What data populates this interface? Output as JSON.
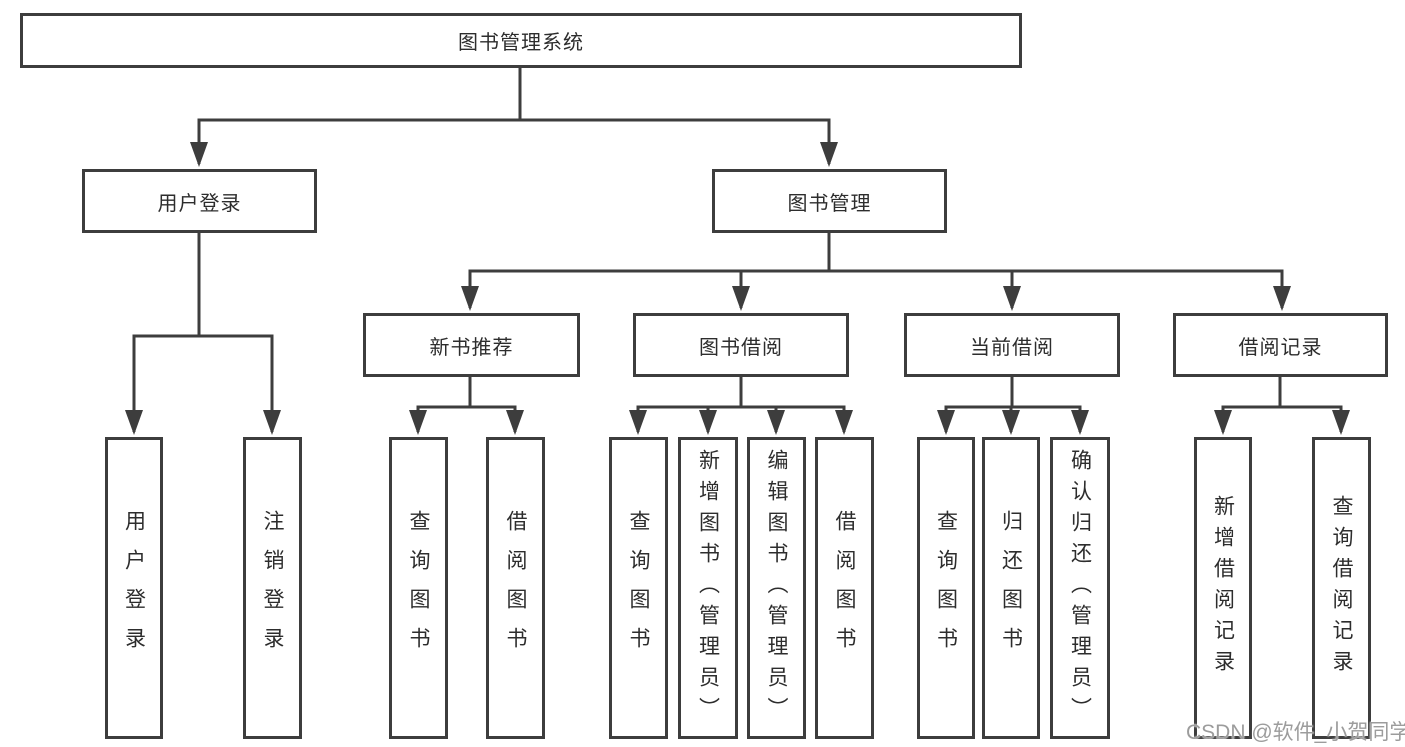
{
  "tree": {
    "root": "图书管理系统",
    "level2": [
      {
        "label": "用户登录",
        "children": [
          {
            "label": "用户登录"
          },
          {
            "label": "注销登录"
          }
        ]
      },
      {
        "label": "图书管理",
        "children": [
          {
            "label": "新书推荐",
            "children": [
              {
                "label": "查询图书"
              },
              {
                "label": "借阅图书"
              }
            ]
          },
          {
            "label": "图书借阅",
            "children": [
              {
                "label": "查询图书"
              },
              {
                "label": "新增图书（管理员）"
              },
              {
                "label": "编辑图书（管理员）"
              },
              {
                "label": "借阅图书"
              }
            ]
          },
          {
            "label": "当前借阅",
            "children": [
              {
                "label": "查询图书"
              },
              {
                "label": "归还图书"
              },
              {
                "label": "确认归还（管理员）"
              }
            ]
          },
          {
            "label": "借阅记录",
            "children": [
              {
                "label": "新增借阅记录"
              },
              {
                "label": "查询借阅记录"
              }
            ]
          }
        ]
      }
    ]
  },
  "watermark": {
    "text": "CSDN @软件_小贺同学"
  },
  "colors": {
    "line": "#3d3d3d",
    "border": "#3d3d3d",
    "text": "#2d2d2d",
    "background": "#ffffff",
    "watermark": "#9c9c9c"
  }
}
